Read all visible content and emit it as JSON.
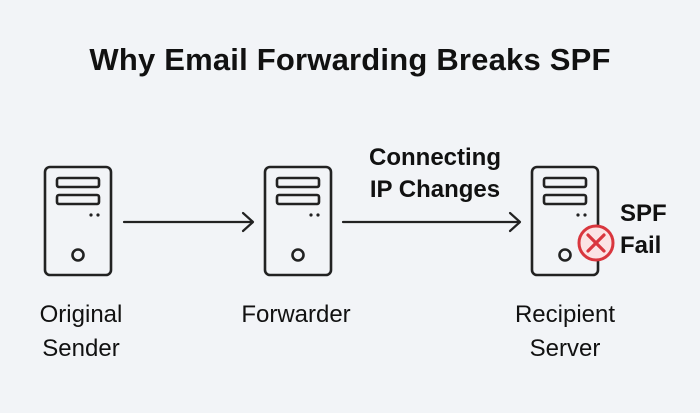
{
  "title": "Why Email Forwarding Breaks SPF",
  "nodes": [
    {
      "id": "original-sender",
      "label_line1": "Original",
      "label_line2": "Sender",
      "icon": "server-icon"
    },
    {
      "id": "forwarder",
      "label_line1": "Forwarder",
      "label_line2": "",
      "icon": "server-icon"
    },
    {
      "id": "recipient-server",
      "label_line1": "Recipient",
      "label_line2": "Server",
      "icon": "server-icon"
    }
  ],
  "edges": [
    {
      "from": "original-sender",
      "to": "forwarder",
      "label_line1": "",
      "label_line2": ""
    },
    {
      "from": "forwarder",
      "to": "recipient-server",
      "label_line1": "Connecting",
      "label_line2": "IP Changes"
    }
  ],
  "status": {
    "line1": "SPF",
    "line2": "Fail",
    "icon": "fail-x-icon",
    "color": "#d9363e"
  },
  "colors": {
    "background": "#f2f4f7",
    "stroke": "#222222",
    "fail": "#d9363e",
    "fail_fill": "#fbe3e4"
  }
}
